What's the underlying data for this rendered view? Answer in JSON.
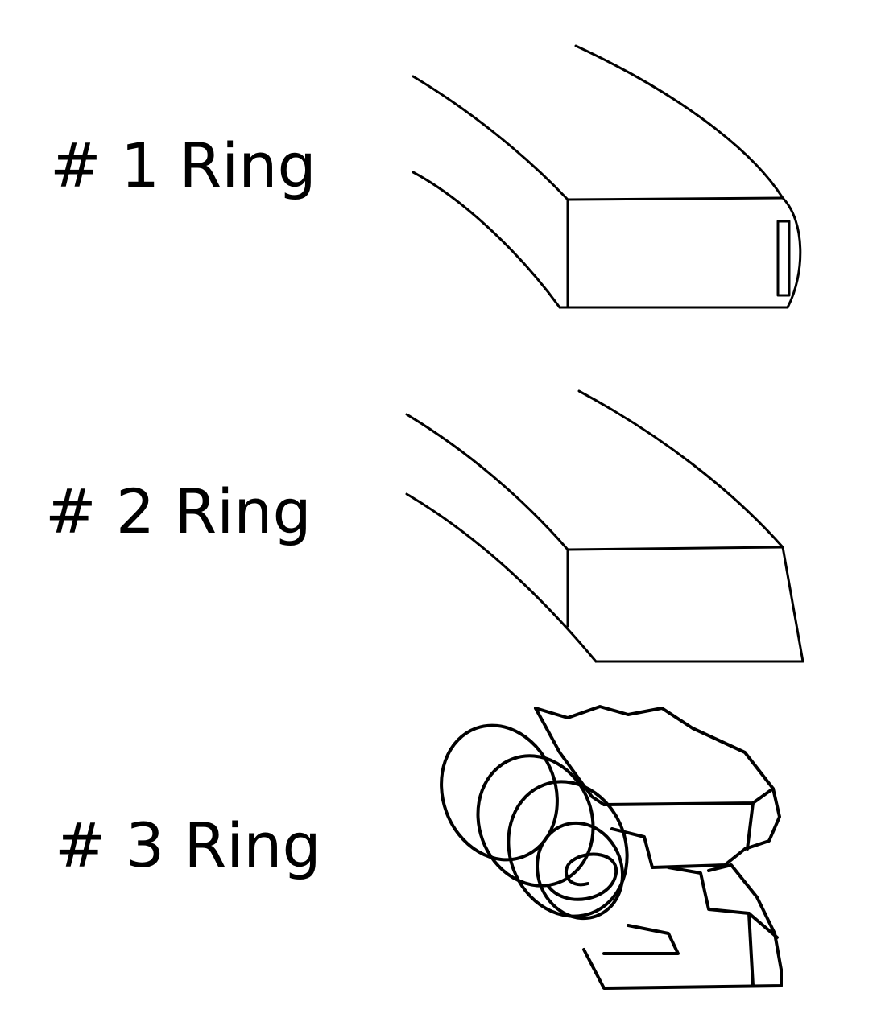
{
  "rings": [
    {
      "label": "# 1 Ring"
    },
    {
      "label": "# 2 Ring"
    },
    {
      "label": "# 3 Ring"
    }
  ]
}
